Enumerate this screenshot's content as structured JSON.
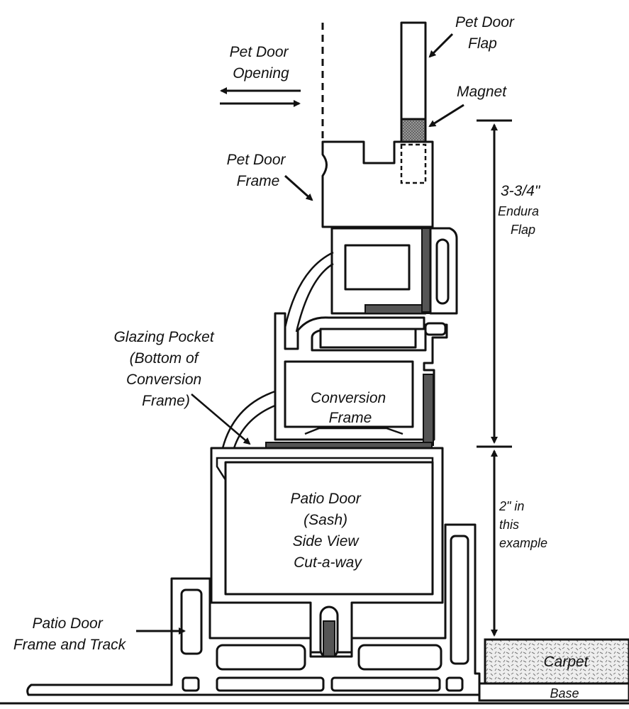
{
  "labels": {
    "pet_door_flap": [
      "Pet Door",
      "Flap"
    ],
    "pet_door_opening": [
      "Pet Door",
      "Opening"
    ],
    "magnet": "Magnet",
    "pet_door_frame": [
      "Pet Door",
      "Frame"
    ],
    "flap_dimension": [
      "3-3/4\"",
      "Endura",
      "Flap"
    ],
    "glazing_pocket": [
      "Glazing Pocket",
      "(Bottom of",
      "Conversion",
      "Frame)"
    ],
    "conversion_frame": [
      "Conversion",
      "Frame"
    ],
    "patio_door_sash": [
      "Patio Door",
      "(Sash)",
      "Side View",
      "Cut-a-way"
    ],
    "sash_dimension": [
      "2\" in",
      "this",
      "example"
    ],
    "patio_door_frame_track": [
      "Patio Door",
      "Frame and Track"
    ],
    "carpet": "Carpet",
    "base": "Base"
  },
  "colors": {
    "line": "#111111",
    "gasket": "#555555",
    "carpet_fill": "#e6e6e6"
  }
}
